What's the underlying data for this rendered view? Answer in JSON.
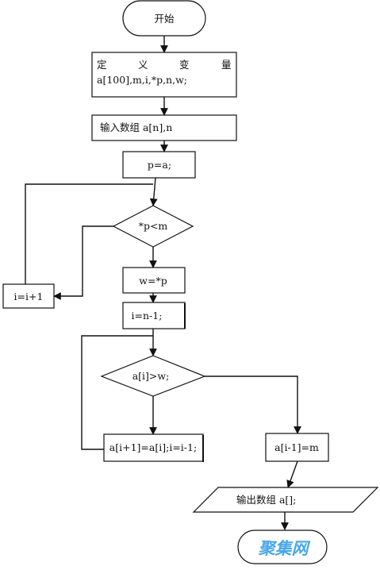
{
  "nodes": {
    "start": {
      "label": "开始"
    },
    "declare": {
      "line1": [
        "定",
        "义",
        "变",
        "量"
      ],
      "line2": "a[100],m,i,*p,n,w;"
    },
    "input": {
      "label": "输入数组 a[n],n"
    },
    "assign_p": {
      "label": "p=a;"
    },
    "cond_p": {
      "label": "*p<m"
    },
    "increment_i": {
      "label": "i=i+1"
    },
    "assign_w": {
      "label": "w=*p"
    },
    "assign_i": {
      "label": "i=n-1;"
    },
    "cond_a": {
      "label": "a[i]>w;"
    },
    "shift": {
      "label": "a[i+1]=a[i];i=i-1;"
    },
    "assign_m": {
      "label": "a[i-1]=m"
    },
    "output": {
      "label": "输出数组 a[];"
    }
  },
  "watermark": {
    "text": "聚集网"
  },
  "colors": {
    "stroke": "#111111",
    "watermark": "#4aa8e8"
  }
}
